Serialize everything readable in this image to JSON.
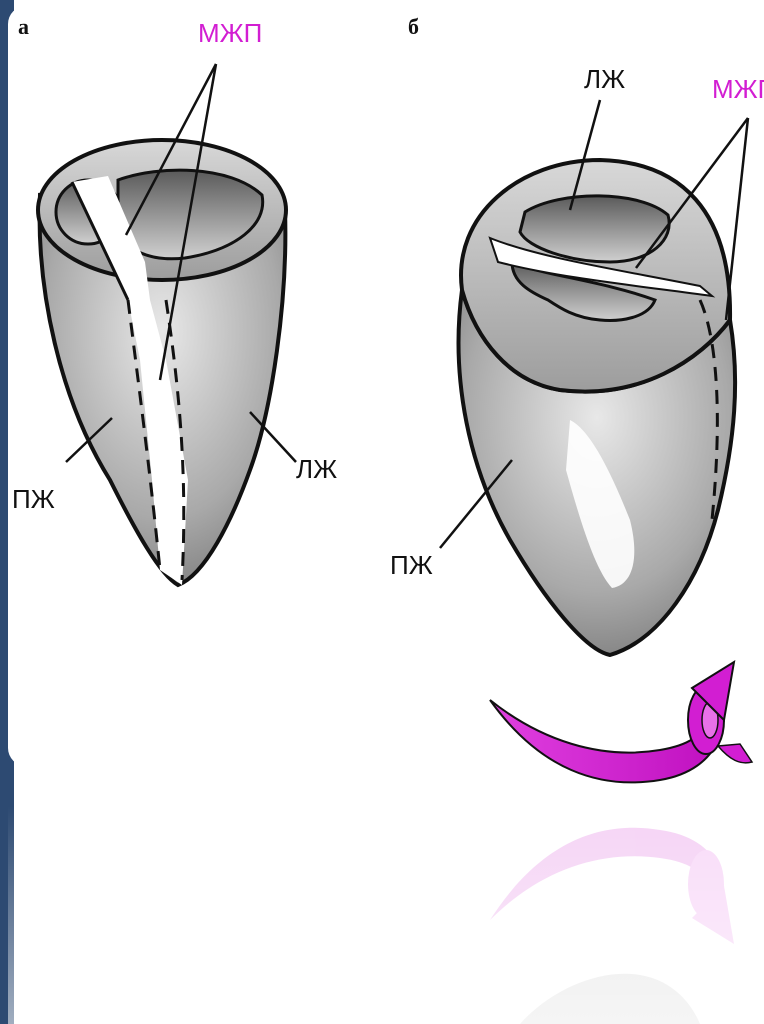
{
  "panels": {
    "a": {
      "letter": "а",
      "septum_label": "МЖП",
      "rv_label": "ПЖ",
      "lv_label": "ЛЖ"
    },
    "b": {
      "letter": "б",
      "lv_label": "ЛЖ",
      "septum_label": "МЖП",
      "rv_label": "ПЖ"
    }
  },
  "colors": {
    "accent_magenta": "#d21ed2",
    "slide_border": "#2d4a72",
    "ink": "#111111",
    "shading": "#9a9a9a"
  },
  "icons": {
    "rotation_arrow": "curved-rotation-arrow-icon"
  }
}
